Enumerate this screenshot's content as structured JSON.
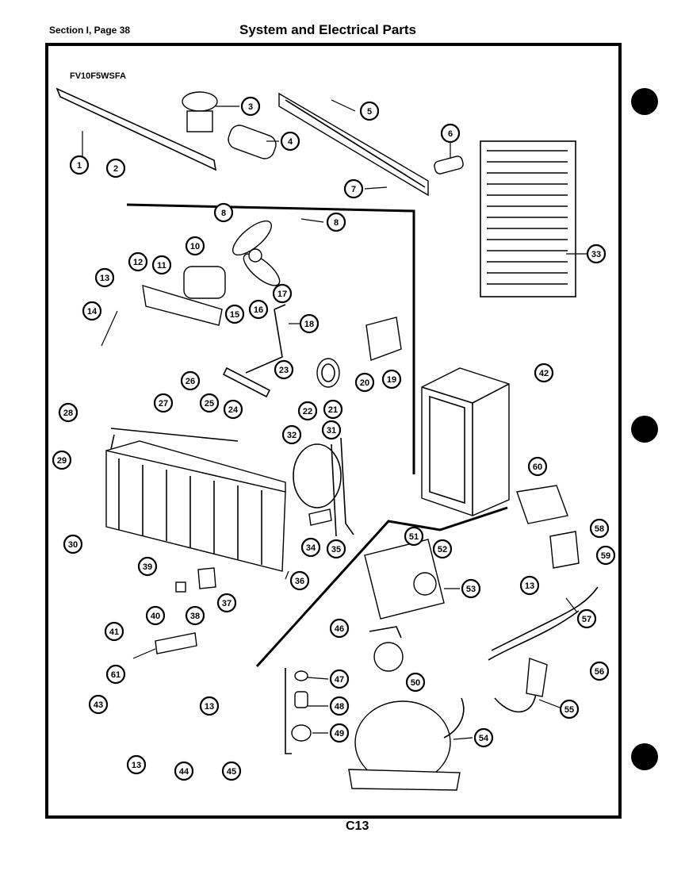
{
  "header": {
    "section": "Section I, Page 38",
    "title": "System and Electrical Parts"
  },
  "model": "FV10F5WSFA",
  "footer": "C13",
  "callouts": [
    {
      "label": "1"
    },
    {
      "label": "2"
    },
    {
      "label": "3"
    },
    {
      "label": "4"
    },
    {
      "label": "5"
    },
    {
      "label": "6"
    },
    {
      "label": "7"
    },
    {
      "label": "8"
    },
    {
      "label": "8"
    },
    {
      "label": "10"
    },
    {
      "label": "11"
    },
    {
      "label": "12"
    },
    {
      "label": "13"
    },
    {
      "label": "14"
    },
    {
      "label": "15"
    },
    {
      "label": "16"
    },
    {
      "label": "17"
    },
    {
      "label": "18"
    },
    {
      "label": "19"
    },
    {
      "label": "20"
    },
    {
      "label": "21"
    },
    {
      "label": "22"
    },
    {
      "label": "23"
    },
    {
      "label": "24"
    },
    {
      "label": "25"
    },
    {
      "label": "26"
    },
    {
      "label": "27"
    },
    {
      "label": "28"
    },
    {
      "label": "29"
    },
    {
      "label": "30"
    },
    {
      "label": "31"
    },
    {
      "label": "32"
    },
    {
      "label": "33"
    },
    {
      "label": "34"
    },
    {
      "label": "35"
    },
    {
      "label": "36"
    },
    {
      "label": "37"
    },
    {
      "label": "38"
    },
    {
      "label": "39"
    },
    {
      "label": "40"
    },
    {
      "label": "41"
    },
    {
      "label": "42"
    },
    {
      "label": "13"
    },
    {
      "label": "43"
    },
    {
      "label": "44"
    },
    {
      "label": "45"
    },
    {
      "label": "46"
    },
    {
      "label": "47"
    },
    {
      "label": "48"
    },
    {
      "label": "49"
    },
    {
      "label": "50"
    },
    {
      "label": "51"
    },
    {
      "label": "52"
    },
    {
      "label": "53"
    },
    {
      "label": "54"
    },
    {
      "label": "55"
    },
    {
      "label": "56"
    },
    {
      "label": "57"
    },
    {
      "label": "58"
    },
    {
      "label": "59"
    },
    {
      "label": "60"
    },
    {
      "label": "61"
    },
    {
      "label": "13"
    },
    {
      "label": "13"
    }
  ]
}
